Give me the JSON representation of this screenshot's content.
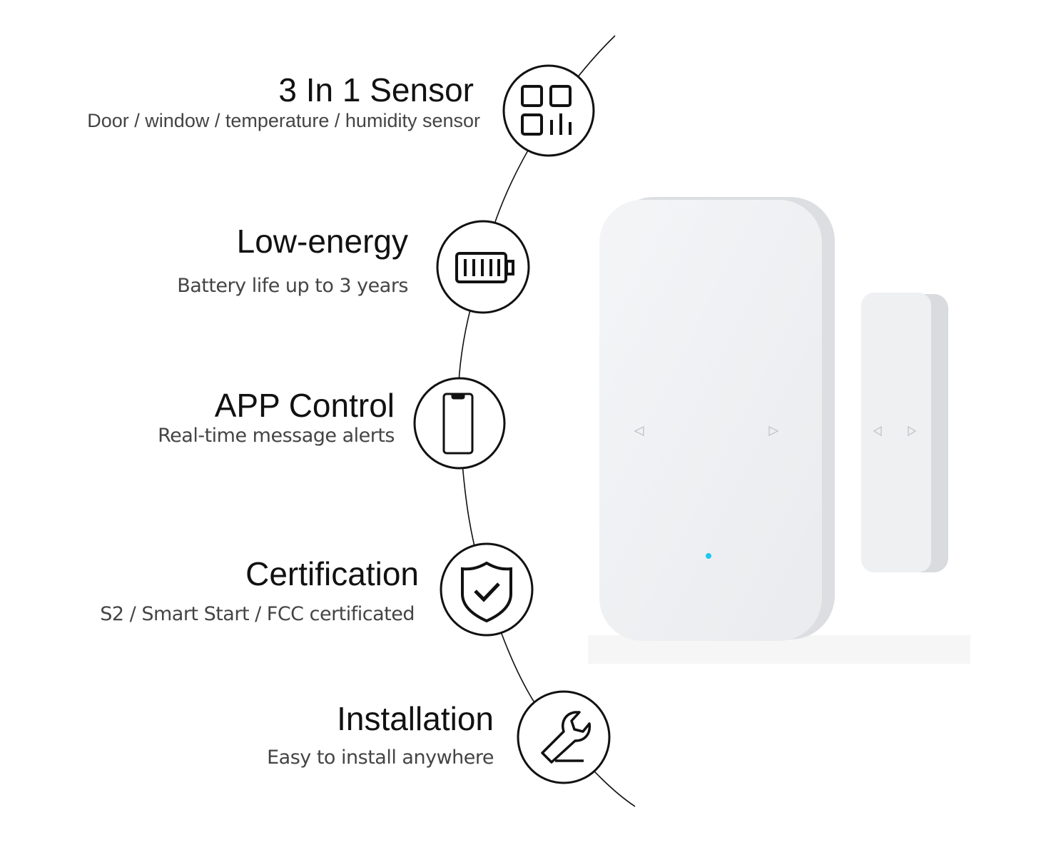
{
  "features": [
    {
      "title": "3 In 1 Sensor",
      "subtitle": "Door / window / temperature / humidity sensor",
      "icon": "grid-chart-icon"
    },
    {
      "title": "Low-energy",
      "subtitle": "Battery life up to 3 years",
      "icon": "battery-icon"
    },
    {
      "title": "APP Control",
      "subtitle": "Real-time message alerts",
      "icon": "smartphone-icon"
    },
    {
      "title": "Certification",
      "subtitle": "S2 / Smart Start / FCC certificated",
      "icon": "shield-check-icon"
    },
    {
      "title": "Installation",
      "subtitle": "Easy to install anywhere",
      "icon": "wrench-icon"
    }
  ],
  "colors": {
    "led": "#1ec8f0",
    "device": "#eef0f2",
    "line": "#111111"
  }
}
